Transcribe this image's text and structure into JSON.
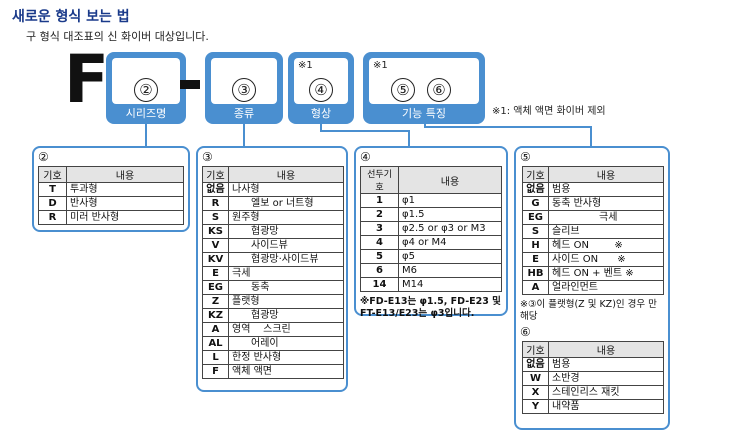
{
  "header": {
    "title": "새로운 형식 보는 법",
    "subtitle": "구 형식 대조표의 신 화이버 대상입니다."
  },
  "code": {
    "letter": "F",
    "boxes": [
      {
        "num": "②",
        "label": "시리즈명",
        "note": ""
      },
      {
        "num": "③",
        "label": "종류",
        "note": ""
      },
      {
        "num": "④",
        "label": "형상",
        "note": "※1"
      },
      {
        "num": "⑤",
        "num2": "⑥",
        "label": "기능  특징",
        "note": "※1"
      }
    ],
    "side_note": "※1: 액체 액면 화이버 제외"
  },
  "panel2": {
    "head": "②",
    "columns": [
      "기호",
      "내용"
    ],
    "rows": [
      [
        "T",
        "투과형"
      ],
      [
        "D",
        "반사형"
      ],
      [
        "R",
        "미러 반사형"
      ]
    ]
  },
  "panel3": {
    "head": "③",
    "columns": [
      "기호",
      "내용"
    ],
    "rows": [
      [
        "없음",
        "나사형"
      ],
      [
        "R",
        "엘보 or 너트형"
      ],
      [
        "S",
        "원주형"
      ],
      [
        "KS",
        "협광망"
      ],
      [
        "V",
        "사이드뷰"
      ],
      [
        "KV",
        "협광망·사이드뷰"
      ],
      [
        "E",
        "극세"
      ],
      [
        "EG",
        "동축"
      ],
      [
        "Z",
        "플랫형"
      ],
      [
        "KZ",
        "협광망"
      ],
      [
        "A",
        "영역    스크린"
      ],
      [
        "AL",
        "어레이"
      ],
      [
        "L",
        "한정 반사형"
      ],
      [
        "F",
        "액체 액면"
      ]
    ]
  },
  "panel4": {
    "head": "④",
    "columns": [
      "선두기호",
      "내용"
    ],
    "rows": [
      [
        "1",
        "φ1"
      ],
      [
        "2",
        "φ1.5"
      ],
      [
        "3",
        "φ2.5 or φ3 or M3"
      ],
      [
        "4",
        "φ4 or M4"
      ],
      [
        "5",
        "φ5"
      ],
      [
        "6",
        "M6"
      ],
      [
        "14",
        "M14"
      ]
    ],
    "note_line1": "※FD-E13는 φ1.5, FD-E23 및",
    "note_line2": "FT-E13/E23는 φ3입니다."
  },
  "panel5": {
    "head": "⑤",
    "columns": [
      "기호",
      "내용"
    ],
    "rows": [
      [
        "없음",
        "범용"
      ],
      [
        "G",
        "동축 반사형"
      ],
      [
        "EG",
        "극세"
      ],
      [
        "S",
        "슬리브"
      ],
      [
        "H",
        "헤드 ON        ※"
      ],
      [
        "E",
        "사이드 ON      ※"
      ],
      [
        "HB",
        "헤드 ON + 벤트 ※"
      ],
      [
        "A",
        "얼라인먼트"
      ]
    ],
    "note": "※③이 플랫형(Z 및 KZ)인 경우 만 해당"
  },
  "panel6": {
    "head": "⑥",
    "columns": [
      "기호",
      "내용"
    ],
    "rows": [
      [
        "없음",
        "범용"
      ],
      [
        "W",
        "소반경"
      ],
      [
        "X",
        "스테인리스 재킷"
      ],
      [
        "Y",
        "내약품"
      ]
    ]
  }
}
